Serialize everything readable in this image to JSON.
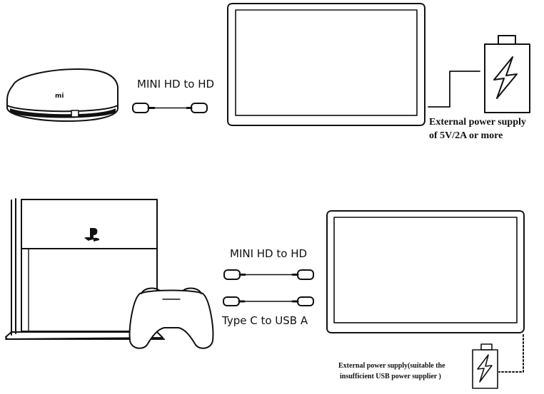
{
  "top_row": {
    "cable_label": "MINI HD to HD",
    "power_label_line1": "External power supply",
    "power_label_line2": "of 5V/2A or more",
    "box_logo": "mi"
  },
  "bottom_row": {
    "cable1_label": "MINI HD to HD",
    "cable2_label": "Type C to USB A",
    "power_label_line1": "External power supply(suitable the",
    "power_label_line2": "insufficient USB power supplier )"
  },
  "colors": {
    "line": "#111111",
    "background": "#ffffff"
  }
}
